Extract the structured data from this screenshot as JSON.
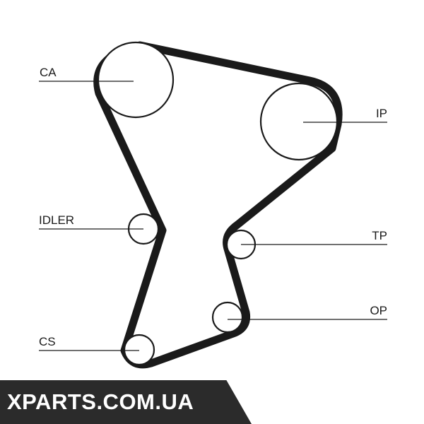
{
  "labels": {
    "ca": "CA",
    "ip": "IP",
    "idler": "IDLER",
    "tp": "TP",
    "op": "OP",
    "cs": "CS"
  },
  "watermark": {
    "text": "XPARTS.COM.UA"
  },
  "colors": {
    "belt": "#1a1a1a",
    "pulley_stroke": "#1a1a1a",
    "leader": "#1a1a1a",
    "watermark_bg": "#2b2b2b",
    "watermark_text": "#ffffff"
  }
}
